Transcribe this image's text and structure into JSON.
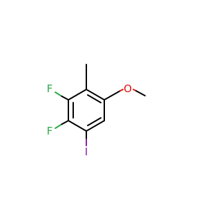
{
  "molecule": {
    "atoms": {
      "fluorine_upper": {
        "symbol": "F",
        "color": "#2ea84a"
      },
      "fluorine_lower": {
        "symbol": "F",
        "color": "#2ea84a"
      },
      "oxygen": {
        "symbol": "O",
        "color": "#e0140e"
      },
      "iodine": {
        "symbol": "I",
        "color": "#8a1fa0"
      }
    },
    "bond_color": "#000000"
  }
}
